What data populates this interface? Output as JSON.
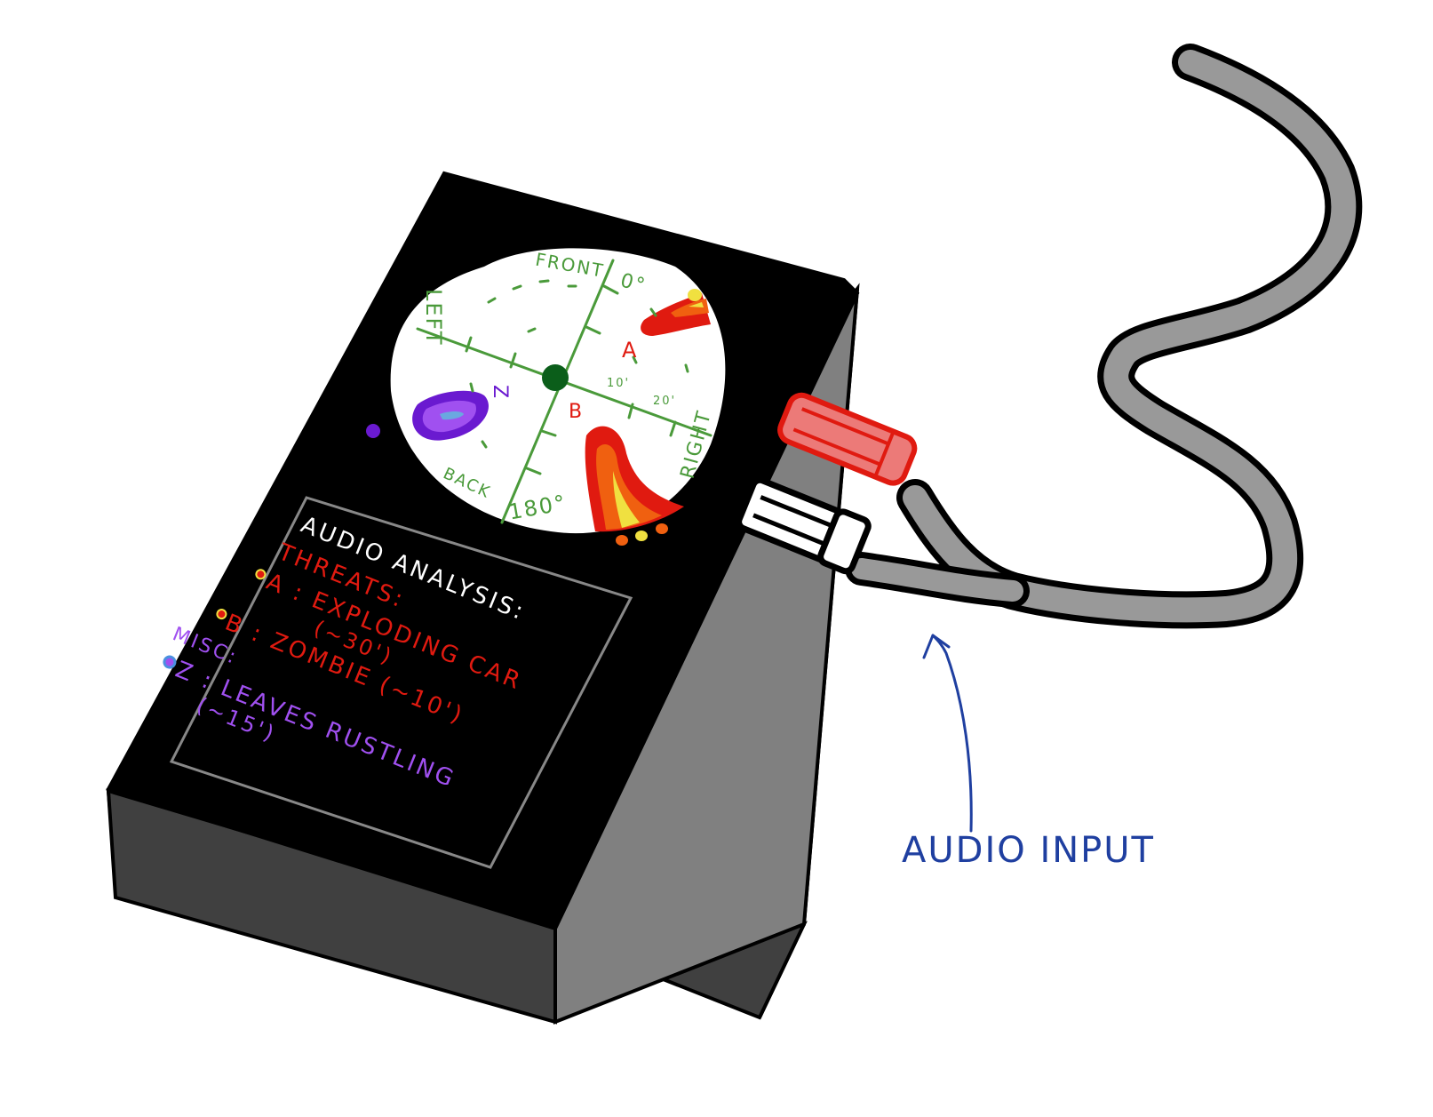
{
  "annotation": {
    "label": "AUDIO INPUT",
    "color": "#1f3fa0"
  },
  "device": {
    "body_color": "#000000",
    "side_color": "#808080",
    "bottom_color": "#404040",
    "radar": {
      "labels": {
        "front": "FRONT",
        "front_deg": "0°",
        "back": "BACK",
        "back_deg": "180°",
        "left": "LEFT",
        "right": "RIGHT"
      },
      "range_ticks": [
        "10'",
        "20'"
      ],
      "axis_color": "#4a9a3a",
      "center_color": "#0b5e1a",
      "sources": [
        {
          "id": "A",
          "label": "A",
          "color": "#e01a10"
        },
        {
          "id": "B",
          "label": "B",
          "color": "#e01a10"
        },
        {
          "id": "Z",
          "label": "Z",
          "color": "#6a1ad0"
        }
      ]
    },
    "analysis": {
      "title": "AUDIO ANALYSIS:",
      "threats_heading": "THREATS:",
      "threats": [
        {
          "id": "A",
          "line1": "A : EXPLODING CAR",
          "line2": "(~30')"
        },
        {
          "id": "B",
          "line1": "B : ZOMBIE (~10')",
          "line2": ""
        }
      ],
      "misc_heading": "MISC:",
      "misc": [
        {
          "id": "Z",
          "line1": "Z : LEAVES RUSTLING",
          "line2": "(~15')"
        }
      ],
      "colors": {
        "title": "#ffffff",
        "threat": "#e01a10",
        "misc": "#a050f0"
      }
    },
    "connectors": [
      {
        "name": "red-plug",
        "color": "#e01a10"
      },
      {
        "name": "white-plug",
        "color": "#ffffff"
      }
    ],
    "cable_color": "#999999"
  }
}
